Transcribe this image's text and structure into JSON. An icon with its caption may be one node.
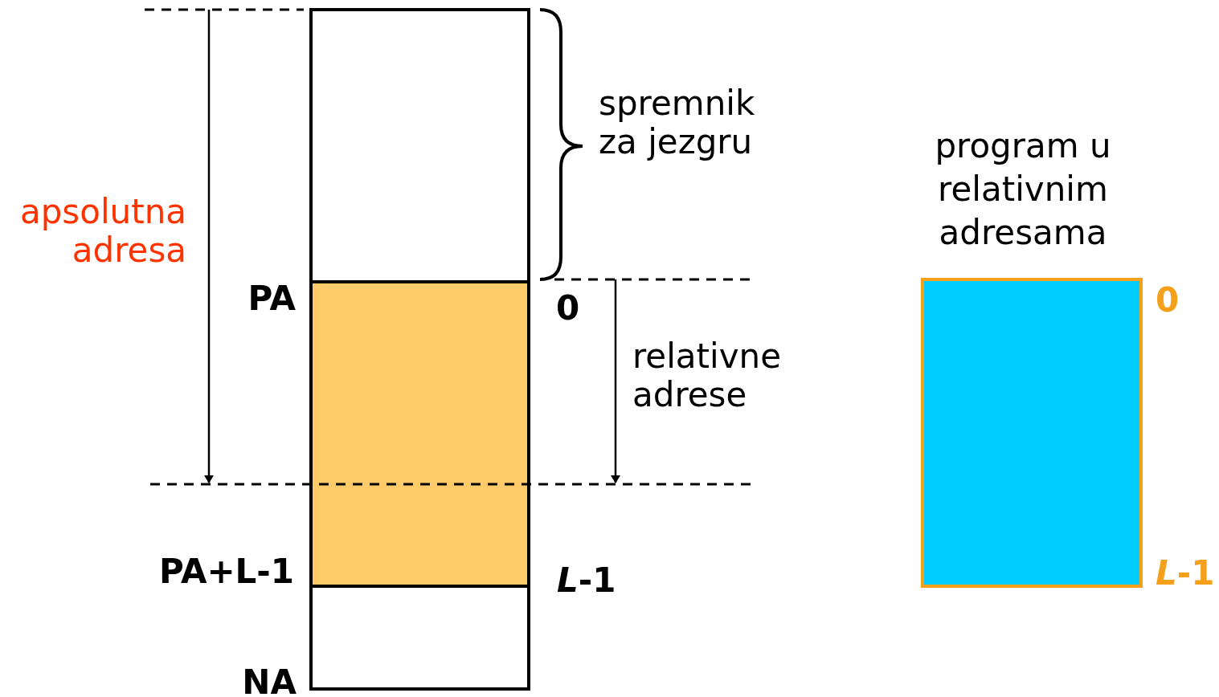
{
  "diagram": {
    "nodes": [
      {
        "text": [],
        "shape": "box"
      },
      {
        "text": [],
        "shape": "box"
      },
      {
        "text": [],
        "shape": "box"
      },
      {
        "text": [],
        "shape": "box",
        "beside": [
          "0",
          "*L*-1"
        ]
      }
    ],
    "labels": [
      "spremnik za jezgru",
      "program u relativnim adresama",
      "apsolutna adresa",
      "PA",
      "0",
      "relativne adrese",
      "PA+L-1",
      "*L*-1",
      "NA"
    ]
  }
}
